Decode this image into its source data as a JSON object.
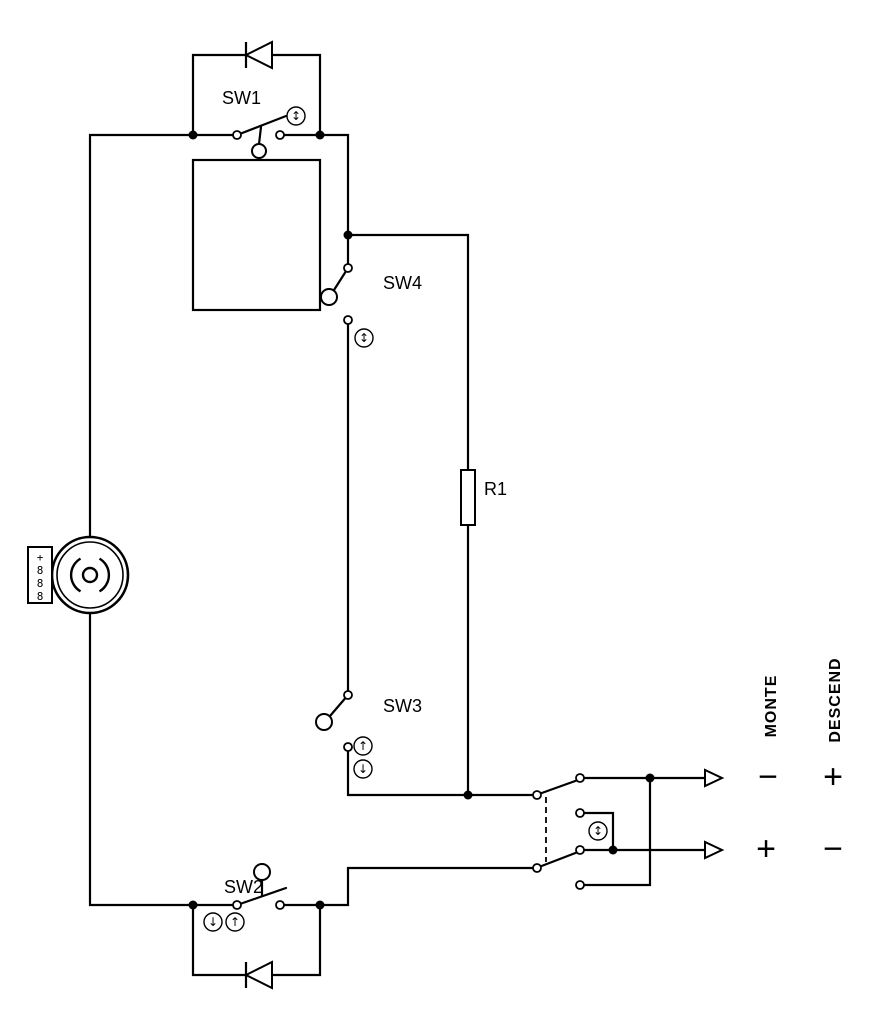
{
  "diagram": {
    "components": {
      "sw1": {
        "label": "SW1",
        "direction_icon": "↕"
      },
      "sw2": {
        "label": "SW2",
        "down_icon": "↓",
        "up_icon": "↑"
      },
      "sw3": {
        "label": "SW3",
        "up_icon": "↑",
        "down_icon": "↓"
      },
      "sw4": {
        "label": "SW4",
        "direction_icon": "↕"
      },
      "r1": {
        "label": "R1"
      },
      "selector": {
        "direction_icon": "↕"
      },
      "motor_connector": {
        "chars": [
          "+",
          "8",
          "8",
          "8"
        ]
      }
    },
    "terminals": {
      "monte": {
        "label": "MONTE",
        "top_sign": "−",
        "bottom_sign": "+"
      },
      "descend": {
        "label": "DESCEND",
        "top_sign": "+",
        "bottom_sign": "−"
      }
    },
    "colors": {
      "line": "#000000",
      "background": "#ffffff"
    }
  }
}
